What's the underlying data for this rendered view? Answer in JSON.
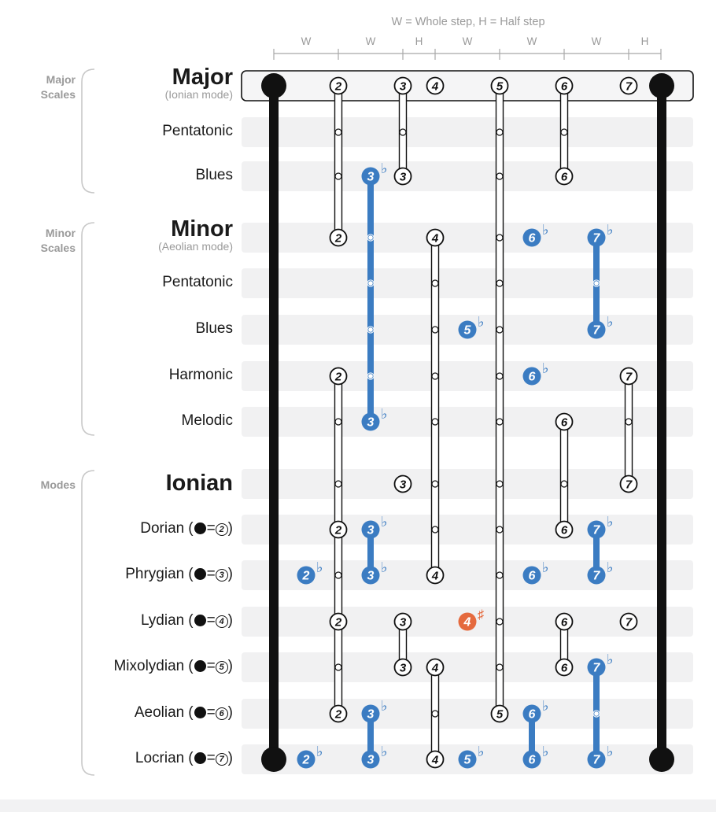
{
  "legend": "W = Whole step, H = Half step",
  "steps": [
    "W",
    "W",
    "H",
    "W",
    "W",
    "W",
    "H"
  ],
  "groups": [
    {
      "label": "Major\nScales"
    },
    {
      "label": "Minor\nScales"
    },
    {
      "label": "Modes"
    }
  ],
  "rows": [
    {
      "label": "Major",
      "sublabel": "(Ionian mode)",
      "bold": true,
      "group": 0,
      "notes": [
        {
          "d": "2",
          "p": 2
        },
        {
          "d": "3",
          "p": 4
        },
        {
          "d": "4",
          "p": 5
        },
        {
          "d": "5",
          "p": 7
        },
        {
          "d": "6",
          "p": 9
        },
        {
          "d": "7",
          "p": 11
        }
      ]
    },
    {
      "label": "Pentatonic",
      "group": 0,
      "notes": []
    },
    {
      "label": "Blues",
      "group": 0,
      "notes": [
        {
          "d": "3",
          "p": 3,
          "acc": "flat",
          "color": "blue"
        },
        {
          "d": "3",
          "p": 4
        },
        {
          "d": "6",
          "p": 9
        }
      ]
    },
    {
      "label": "Minor",
      "sublabel": "(Aeolian mode)",
      "bold": true,
      "group": 1,
      "notes": [
        {
          "d": "2",
          "p": 2
        },
        {
          "d": "4",
          "p": 5
        },
        {
          "d": "6",
          "p": 8,
          "acc": "flat",
          "color": "blue"
        },
        {
          "d": "7",
          "p": 10,
          "acc": "flat",
          "color": "blue"
        }
      ]
    },
    {
      "label": "Pentatonic",
      "group": 1,
      "notes": []
    },
    {
      "label": "Blues",
      "group": 1,
      "notes": [
        {
          "d": "5",
          "p": 6,
          "acc": "flat",
          "color": "blue"
        },
        {
          "d": "7",
          "p": 10,
          "acc": "flat",
          "color": "blue"
        }
      ]
    },
    {
      "label": "Harmonic",
      "group": 1,
      "notes": [
        {
          "d": "2",
          "p": 2
        },
        {
          "d": "6",
          "p": 8,
          "acc": "flat",
          "color": "blue"
        },
        {
          "d": "7",
          "p": 11
        }
      ]
    },
    {
      "label": "Melodic",
      "group": 1,
      "notes": [
        {
          "d": "3",
          "p": 3,
          "acc": "flat",
          "color": "blue"
        },
        {
          "d": "6",
          "p": 9
        }
      ]
    },
    {
      "label": "Ionian",
      "bold": true,
      "group": 2,
      "notes": [
        {
          "d": "3",
          "p": 4
        },
        {
          "d": "7",
          "p": 11
        }
      ]
    },
    {
      "label": "Dorian",
      "root": "2",
      "group": 2,
      "notes": [
        {
          "d": "2",
          "p": 2
        },
        {
          "d": "3",
          "p": 3,
          "acc": "flat",
          "color": "blue"
        },
        {
          "d": "6",
          "p": 9
        },
        {
          "d": "7",
          "p": 10,
          "acc": "flat",
          "color": "blue"
        }
      ]
    },
    {
      "label": "Phrygian",
      "root": "3",
      "group": 2,
      "notes": [
        {
          "d": "2",
          "p": 1,
          "acc": "flat",
          "color": "blue"
        },
        {
          "d": "3",
          "p": 3,
          "acc": "flat",
          "color": "blue"
        },
        {
          "d": "4",
          "p": 5
        },
        {
          "d": "6",
          "p": 8,
          "acc": "flat",
          "color": "blue"
        },
        {
          "d": "7",
          "p": 10,
          "acc": "flat",
          "color": "blue"
        }
      ]
    },
    {
      "label": "Lydian",
      "root": "4",
      "group": 2,
      "notes": [
        {
          "d": "2",
          "p": 2
        },
        {
          "d": "3",
          "p": 4
        },
        {
          "d": "4",
          "p": 6,
          "acc": "sharp",
          "color": "orange"
        },
        {
          "d": "6",
          "p": 9
        },
        {
          "d": "7",
          "p": 11
        }
      ]
    },
    {
      "label": "Mixolydian",
      "root": "5",
      "group": 2,
      "notes": [
        {
          "d": "3",
          "p": 4
        },
        {
          "d": "4",
          "p": 5
        },
        {
          "d": "6",
          "p": 9
        },
        {
          "d": "7",
          "p": 10,
          "acc": "flat",
          "color": "blue"
        }
      ]
    },
    {
      "label": "Aeolian",
      "root": "6",
      "group": 2,
      "notes": [
        {
          "d": "2",
          "p": 2
        },
        {
          "d": "3",
          "p": 3,
          "acc": "flat",
          "color": "blue"
        },
        {
          "d": "5",
          "p": 7
        },
        {
          "d": "6",
          "p": 8,
          "acc": "flat",
          "color": "blue"
        }
      ]
    },
    {
      "label": "Locrian",
      "root": "7",
      "group": 2,
      "notes": [
        {
          "d": "2",
          "p": 1,
          "acc": "flat",
          "color": "blue"
        },
        {
          "d": "3",
          "p": 3,
          "acc": "flat",
          "color": "blue"
        },
        {
          "d": "4",
          "p": 5
        },
        {
          "d": "5",
          "p": 6,
          "acc": "flat",
          "color": "blue"
        },
        {
          "d": "6",
          "p": 8,
          "acc": "flat",
          "color": "blue"
        },
        {
          "d": "7",
          "p": 10,
          "acc": "flat",
          "color": "blue"
        }
      ]
    }
  ],
  "connectors": [
    {
      "p": 2,
      "from": 0,
      "to": 3,
      "style": "white"
    },
    {
      "p": 2,
      "from": 6,
      "to": 13,
      "style": "white"
    },
    {
      "p": 3,
      "from": 2,
      "to": 7,
      "style": "blue"
    },
    {
      "p": 3,
      "from": 9,
      "to": 10,
      "style": "blue"
    },
    {
      "p": 3,
      "from": 13,
      "to": 14,
      "style": "blue"
    },
    {
      "p": 4,
      "from": 0,
      "to": 2,
      "style": "white"
    },
    {
      "p": 4,
      "from": 11,
      "to": 12,
      "style": "white"
    },
    {
      "p": 5,
      "from": 3,
      "to": 10,
      "style": "white"
    },
    {
      "p": 5,
      "from": 12,
      "to": 14,
      "style": "white"
    },
    {
      "p": 7,
      "from": 0,
      "to": 13,
      "style": "white"
    },
    {
      "p": 8,
      "from": 13,
      "to": 14,
      "style": "blue"
    },
    {
      "p": 9,
      "from": 0,
      "to": 2,
      "style": "white"
    },
    {
      "p": 9,
      "from": 7,
      "to": 9,
      "style": "white"
    },
    {
      "p": 9,
      "from": 11,
      "to": 12,
      "style": "white"
    },
    {
      "p": 10,
      "from": 3,
      "to": 5,
      "style": "blue"
    },
    {
      "p": 10,
      "from": 9,
      "to": 10,
      "style": "blue"
    },
    {
      "p": 10,
      "from": 12,
      "to": 14,
      "style": "blue"
    },
    {
      "p": 11,
      "from": 6,
      "to": 8,
      "style": "white"
    }
  ],
  "colors": {
    "blue": "#3b7cc2",
    "orange": "#e56a3e",
    "stripe": "#f1f1f2",
    "ink": "#111111",
    "muted": "#9a9a9a",
    "tick": "#a8a8a8",
    "bracket": "#c8c8c8"
  }
}
